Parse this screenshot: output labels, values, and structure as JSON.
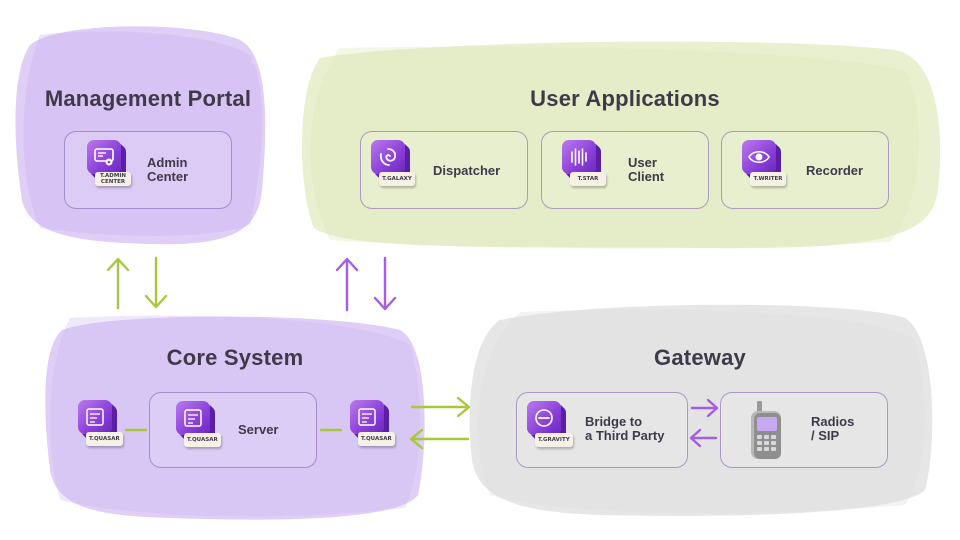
{
  "regions": {
    "management_portal": {
      "title": "Management Portal"
    },
    "user_applications": {
      "title": "User Applications"
    },
    "core_system": {
      "title": "Core System"
    },
    "gateway": {
      "title": "Gateway"
    }
  },
  "cards": {
    "admin_center": {
      "label": "Admin\nCenter",
      "tag": "T.ADMIN\nCENTER"
    },
    "dispatcher": {
      "label": "Dispatcher",
      "tag": "T.GALAXY"
    },
    "user_client": {
      "label": "User\nClient",
      "tag": "T.STAR"
    },
    "recorder": {
      "label": "Recorder",
      "tag": "T.WRITER"
    },
    "server": {
      "label": "Server",
      "tag": "T.QUASAR"
    },
    "core_left": {
      "tag": "T.QUASAR"
    },
    "core_right": {
      "tag": "T.QUASAR"
    },
    "bridge": {
      "label": "Bridge to\na Third Party",
      "tag": "T.GRAVITY"
    },
    "radios": {
      "label": "Radios\n/ SIP"
    }
  },
  "icons": {
    "admin_center": "admin-panel-icon",
    "dispatcher": "swirl-icon",
    "user_client": "waveform-icon",
    "recorder": "eye-icon",
    "quasar": "server-panel-icon",
    "bridge": "link-icon",
    "radios": "handheld-radio-icon"
  },
  "colors": {
    "purple_region": "#d9c6f5",
    "green_region": "#e6eecb",
    "gray_region": "#e4e4e4",
    "product_purple": "#8a3fd8",
    "arrow_green": "#a7c83b",
    "arrow_purple": "#a45ee6",
    "text": "#3f3a4a"
  }
}
